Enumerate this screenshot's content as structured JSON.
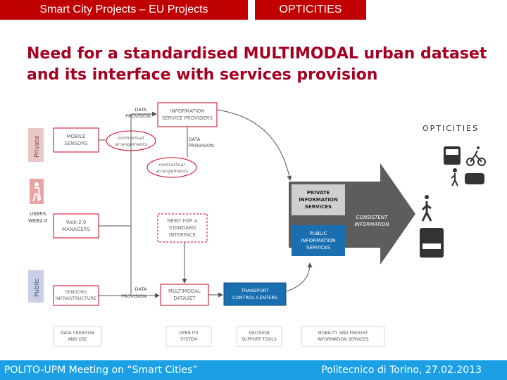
{
  "header": {
    "left_tab": "Smart City Projects – EU Projects",
    "right_tab": "OPTICITIES",
    "accent_color": "#c00000"
  },
  "slide": {
    "title_line1": "Need for a standardised MULTIMODAL urban dataset",
    "title_line2": "and its interface with services provision"
  },
  "diagram": {
    "side_labels": {
      "private": "Private",
      "public": "Public",
      "users": "USERS\nWEB2.0"
    },
    "boxes": {
      "info_providers": "INFORMATION\nSERVICE PROVIDERS",
      "mobile_sensors": "MOBILE\nSENSORS",
      "web_managers": "Web 2.0\nMANAGERS",
      "sensors_infra": "SENSORS\nINFRASTRUCTURE",
      "need_standard": "NEED FOR A\nSTANDARD\nINTERFACE",
      "multimodal_dataset": "MULTIMODAL\nDATASET",
      "transport_centers": "TRANSPORT\nCONTROL CENTERS",
      "private_services": "PRIVATE\nINFORMATION\nSERVICES",
      "public_services": "PUBLIC\nINFORMATION\nSERVICES",
      "consistent_info": "CONSISTENT\nINFORMATION"
    },
    "ovals": {
      "contractual1": "contractual\narrangements",
      "contractual2": "contractual\narrangements"
    },
    "flow_labels": {
      "data_provision_top": "DATA\nPROVISION",
      "data_provision_mid": "DATA\nPROVISION",
      "data_provision_bottom": "DATA\nPROVISION"
    },
    "legend": [
      "DATA CREATION\nAND USE",
      "OPEN ITS\nSYSTEM",
      "DECISION\nSUPPORT TOOLS",
      "MOBILITY AND FREIGHT\nINFORMATION SERVICES"
    ],
    "brand": "OPTICITIES",
    "colors": {
      "private_band": "#e9c7c7",
      "public_band": "#c8cfe6",
      "arrow": "#5d5d5d",
      "transport": "#1a6fb0",
      "outline": "#d6001c"
    }
  },
  "footer": {
    "left": "POLITO-UPM Meeting on “Smart Cities”",
    "right": "Politecnico di Torino, 27.02.2013",
    "bar_color": "#1ba0e6"
  }
}
